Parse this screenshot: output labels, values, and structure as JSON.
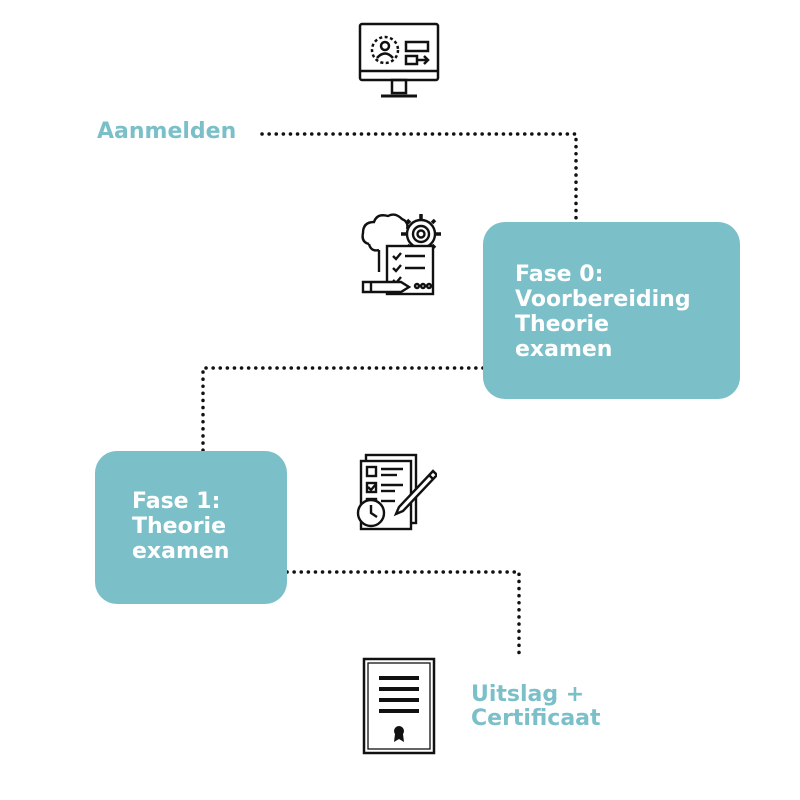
{
  "steps": {
    "register": {
      "label": "Aanmelden",
      "icon": "computer-monitor-icon"
    },
    "phase0": {
      "lines": [
        "Fase 0:",
        "Voorbereiding",
        "Theorie",
        "examen"
      ],
      "icon": "brain-gear-checklist-icon"
    },
    "phase1": {
      "lines": [
        "Fase 1:",
        "Theorie",
        "examen"
      ],
      "icon": "exam-paper-clock-icon"
    },
    "result": {
      "lines": [
        "Uitslag +",
        "Certificaat"
      ],
      "icon": "certificate-icon"
    }
  },
  "colors": {
    "accent": "#7bbfc9",
    "box_text": "#ffffff",
    "line": "#111111"
  }
}
